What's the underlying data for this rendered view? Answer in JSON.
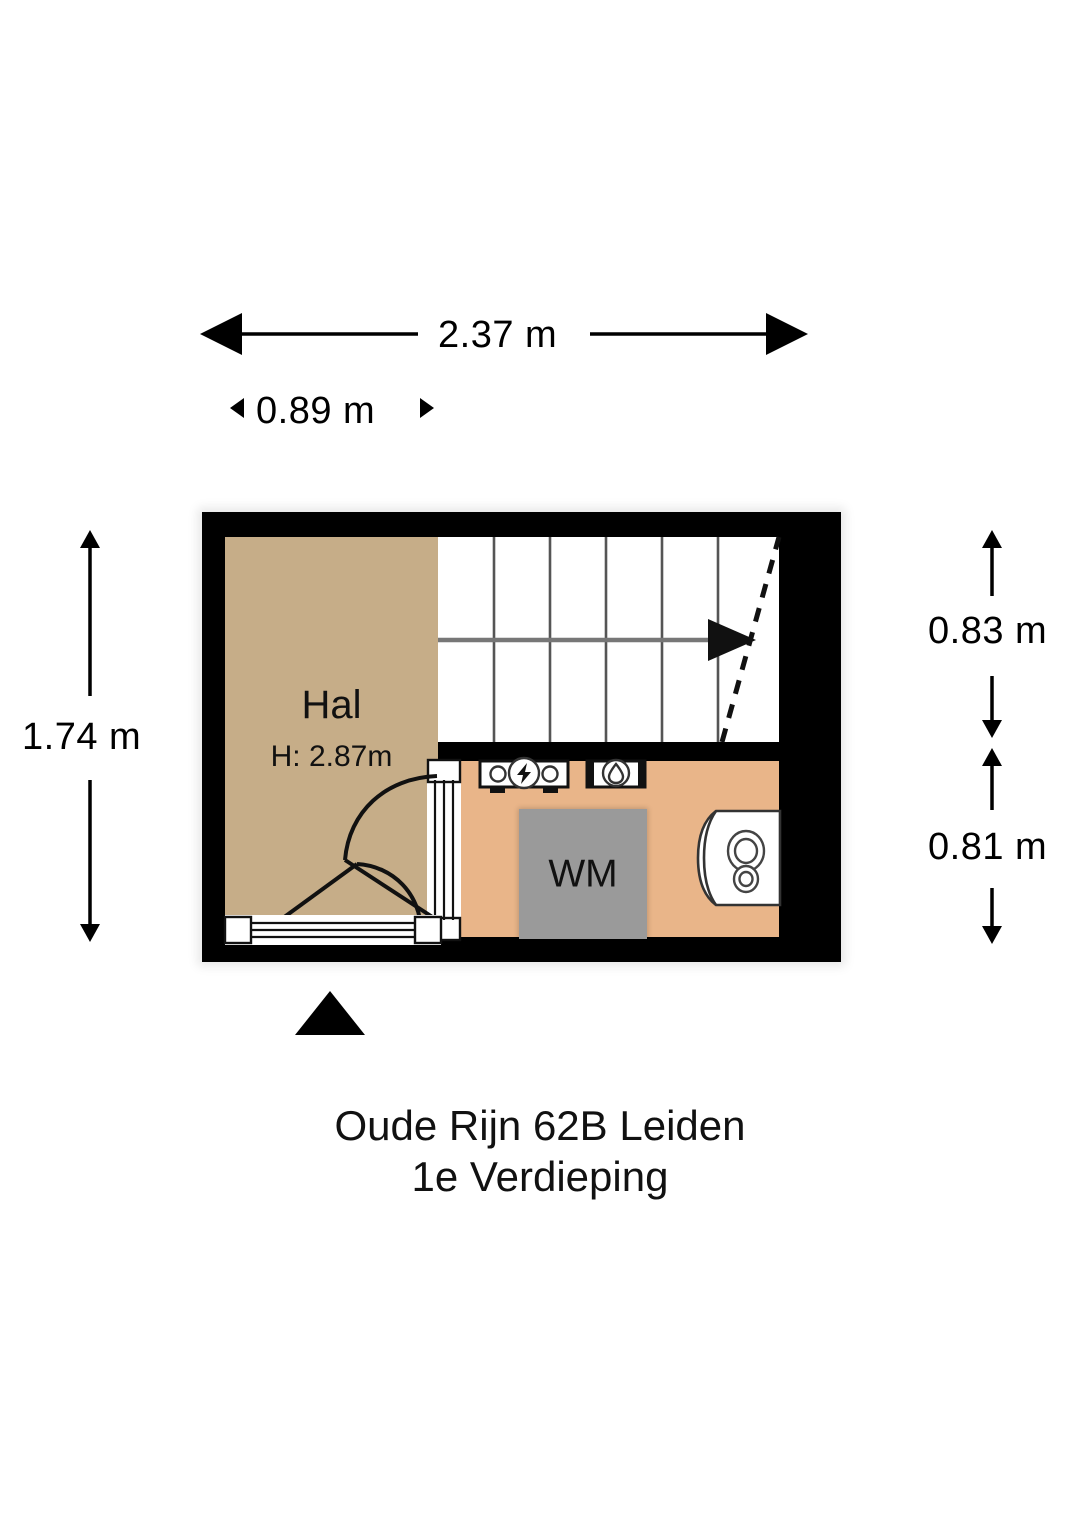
{
  "title": {
    "address": "Oude Rijn 62B Leiden",
    "floor": "1e Verdieping"
  },
  "dimensions": {
    "top_overall": "2.37 m",
    "top_inner": "0.89 m",
    "left_overall": "1.74 m",
    "right_upper": "0.83 m",
    "right_lower": "0.81 m"
  },
  "rooms": [
    {
      "id": "hal",
      "name": "Hal",
      "height_label": "H: 2.87m",
      "fill": "#c6ad88"
    },
    {
      "id": "stairwell",
      "name": "",
      "height_label": "",
      "fill": "#ffffff"
    },
    {
      "id": "technical",
      "name": "",
      "height_label": "",
      "fill": "#e9b589"
    }
  ],
  "fixtures": {
    "washing_machine_label": "WM",
    "washing_machine_fill": "#9a9a9a",
    "electric_meter": "electric-meter-icon",
    "water_meter": "water-meter-icon",
    "toilet": "toilet-icon"
  },
  "icons": {
    "north_marker": "north-marker-triangle",
    "stair_direction": "stair-direction-arrow"
  },
  "colors": {
    "wall": "#000000",
    "hal_floor": "#c6ad88",
    "technical_floor": "#e9b589",
    "stair_floor": "#ffffff",
    "appliance_gray": "#9a9a9a",
    "background": "#ffffff"
  },
  "stairs": {
    "riser_count": 6,
    "direction": "right"
  }
}
